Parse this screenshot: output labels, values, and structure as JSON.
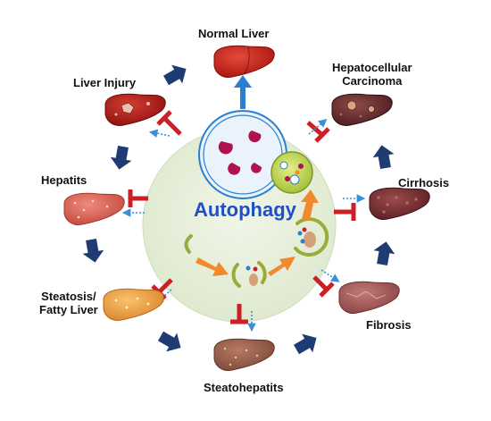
{
  "center": {
    "title": "Autophagy"
  },
  "stages": {
    "normal_liver": "Normal Liver",
    "liver_injury": "Liver Injury",
    "hepatocellular_carcinoma": "Hepatocellular\nCarcinoma",
    "hepatitis": "Hepatits",
    "cirrhosis": "Cirrhosis",
    "steatosis": "Steatosis/\nFatty Liver",
    "fibrosis": "Fibrosis",
    "steatohepatitis": "Steatohepatits"
  },
  "colors": {
    "progression_arrow": "#1f3b73",
    "inhibition": "#cc1f26",
    "dotted_arrow": "#3a8fd8",
    "center_circle": "#e6efd7",
    "center_title": "#1f4fc8",
    "autophagy_flow": "#f08a2c",
    "lysosome_blue": "#2a7fd0"
  }
}
